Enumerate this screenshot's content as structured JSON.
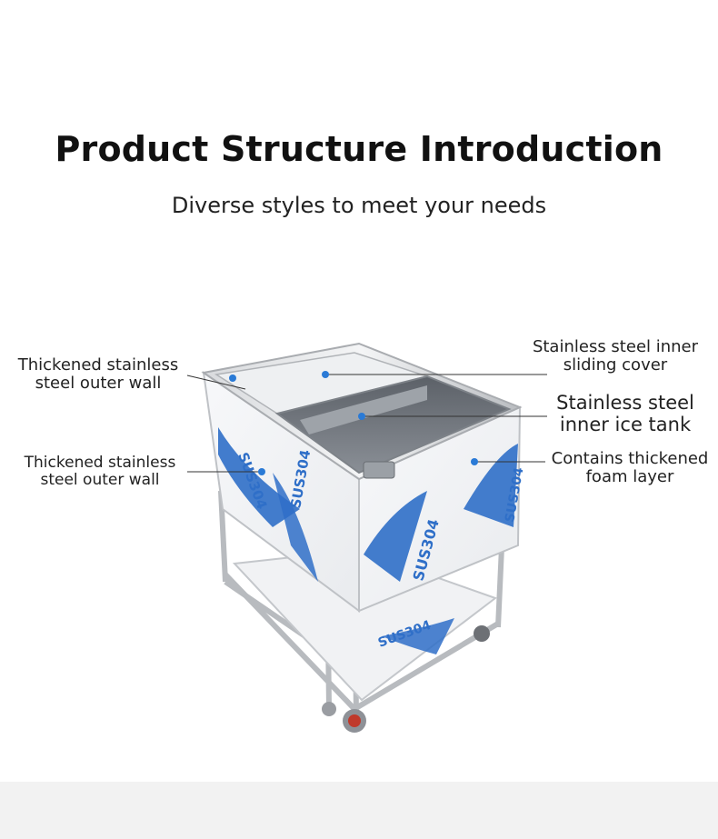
{
  "header": {
    "title": "Product Structure Introduction",
    "subtitle": "Diverse styles to meet your needs"
  },
  "callouts": {
    "left_top": {
      "line1": "Thickened stainless",
      "line2": "steel outer wall"
    },
    "left_mid": {
      "line1": "Thickened stainless",
      "line2": "steel outer wall"
    },
    "right_top": {
      "line1": "Stainless steel inner",
      "line2": "sliding cover"
    },
    "right_mid": {
      "line1": "Stainless steel",
      "line2": "inner ice tank"
    },
    "right_low": {
      "line1": "Contains thickened",
      "line2": "foam layer"
    }
  },
  "product_print": {
    "text": "SUS304",
    "accent_color": "#2f6fc8",
    "dot_color": "#2a7ad6"
  }
}
